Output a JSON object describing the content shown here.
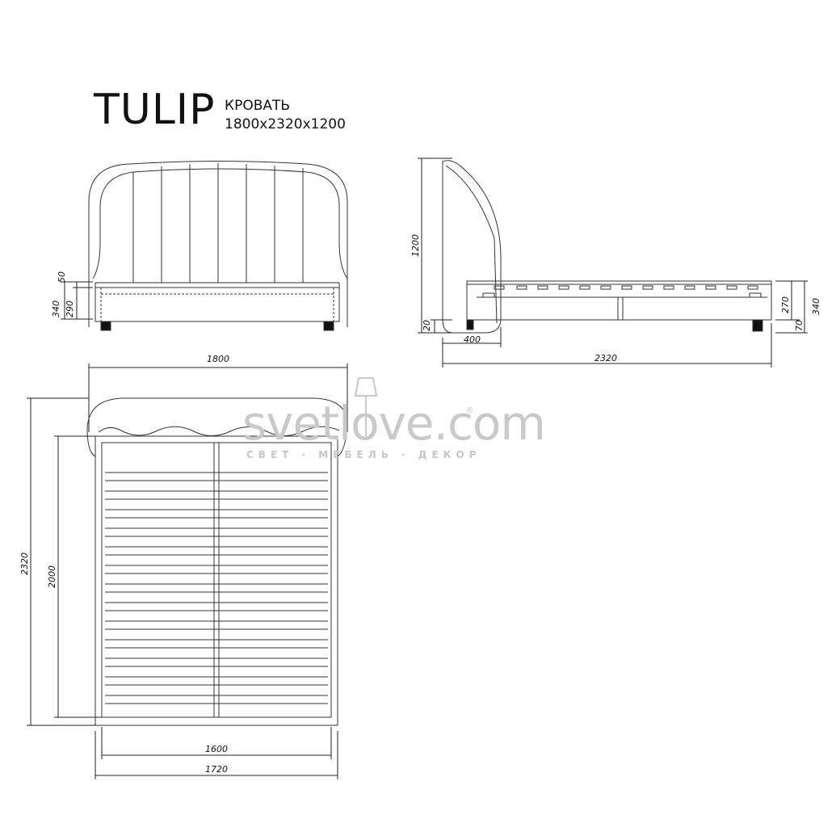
{
  "header": {
    "model": "TULIP",
    "product": "КРОВАТЬ",
    "size": "1800x2320x1200"
  },
  "watermark": {
    "brand": "svetlove",
    "tld": ".com",
    "registered": "®",
    "tagline": "СВЕТ · МЕБЕЛЬ · ДЕКОР"
  },
  "dimensions": {
    "front_height_50": "50",
    "front_height_340": "340",
    "front_height_290": "290",
    "side_height_1200": "1200",
    "side_height_20": "20",
    "side_height_270": "270",
    "side_height_340": "340",
    "side_height_70": "70",
    "side_depth_400": "400",
    "side_length_2320": "2320",
    "top_width_1800": "1800",
    "top_length_2320": "2320",
    "top_inner_2000": "2000",
    "top_inner_1600": "1600",
    "top_outer_1720": "1720"
  },
  "colors": {
    "line": "#222222",
    "watermark": "#c9c9c9"
  }
}
